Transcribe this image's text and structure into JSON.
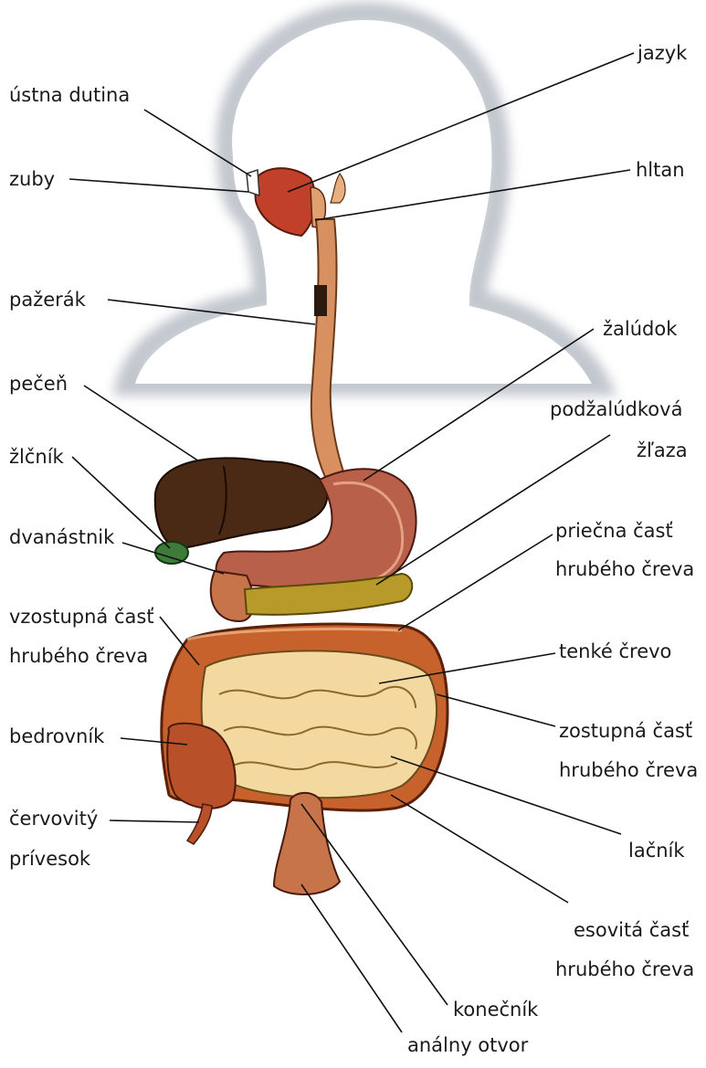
{
  "labels": {
    "ustna_dutina": "ústna dutina",
    "zuby": "zuby",
    "pazerak": "pažerák",
    "pecen": "pečeň",
    "zlcnik": "žlčník",
    "dvanastnik": "dvanástnik",
    "vzostupna_1": "vzostupná časť",
    "vzostupna_2": "hrubého čreva",
    "bedrovnik": "bedrovník",
    "cervovity_1": "červovitý",
    "cervovity_2": "prívesok",
    "jazyk": "jazyk",
    "hltan": "hltan",
    "zaludok": "žalúdok",
    "podzaludkova_1": "podžalúdková",
    "podzaludkova_2": "žľaza",
    "priecna_1": "priečna časť",
    "priecna_2": "hrubého čreva",
    "tenke_crevo": "tenké črevo",
    "zostupna_1": "zostupná časť",
    "zostupna_2": "hrubého čreva",
    "lacnik": "lačník",
    "esovita_1": "esovitá časť",
    "esovita_2": "hrubého čreva",
    "konecnik": "konečník",
    "analny_otvor": "análny otvor"
  },
  "colors": {
    "silhouette": "#c9cdd2",
    "liver": "#4a2a14",
    "stomach": "#b8604a",
    "esophagus": "#d89060",
    "pancreas": "#b89a2a",
    "small_intestine": "#f3d9a0",
    "large_intestine": "#c8622c",
    "gallbladder": "#3e7a3a",
    "leader_line": "#111111"
  }
}
